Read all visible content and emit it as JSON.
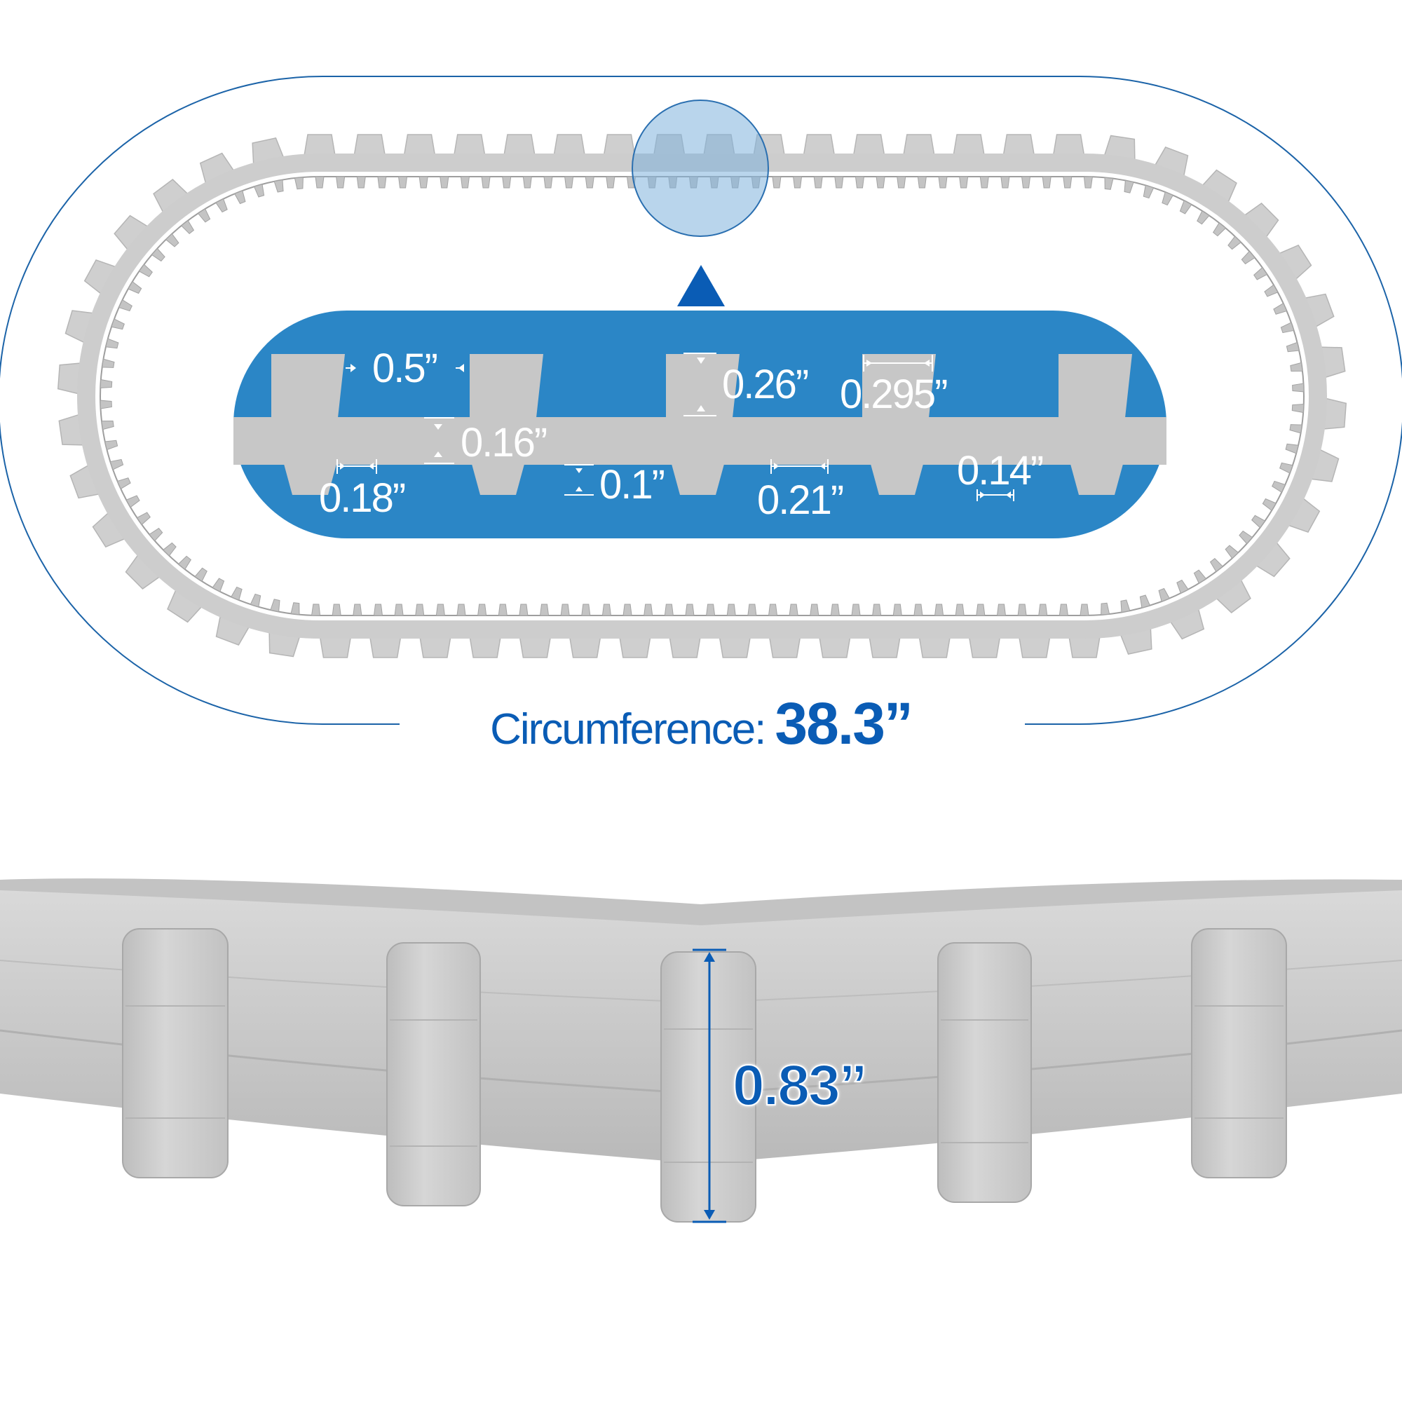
{
  "colors": {
    "frame_line": "#1b63a8",
    "panel_blue": "#2b86c6",
    "accent_blue": "#0a5cb5",
    "belt_gray": "#cdcdcd",
    "belt_shadow": "#a9a9a9",
    "label_white": "#ffffff"
  },
  "icons": {
    "pointer": "triangle-up-icon",
    "magnifier": "zoom-circle-icon"
  },
  "measurements": {
    "tooth_top_width": "0.5”",
    "tooth_height": "0.26”",
    "tooth_spacing": "0.295”",
    "belt_thickness": "0.16”",
    "inner_tooth_bottom_width": "0.18”",
    "inner_tooth_depth": "0.1”",
    "inner_tooth_top_width": "0.21”",
    "inner_tooth_gap": "0.14”"
  },
  "circumference": {
    "label": "Circumference:",
    "value": "38.3”"
  },
  "belt_width": {
    "value": "0.83”"
  }
}
